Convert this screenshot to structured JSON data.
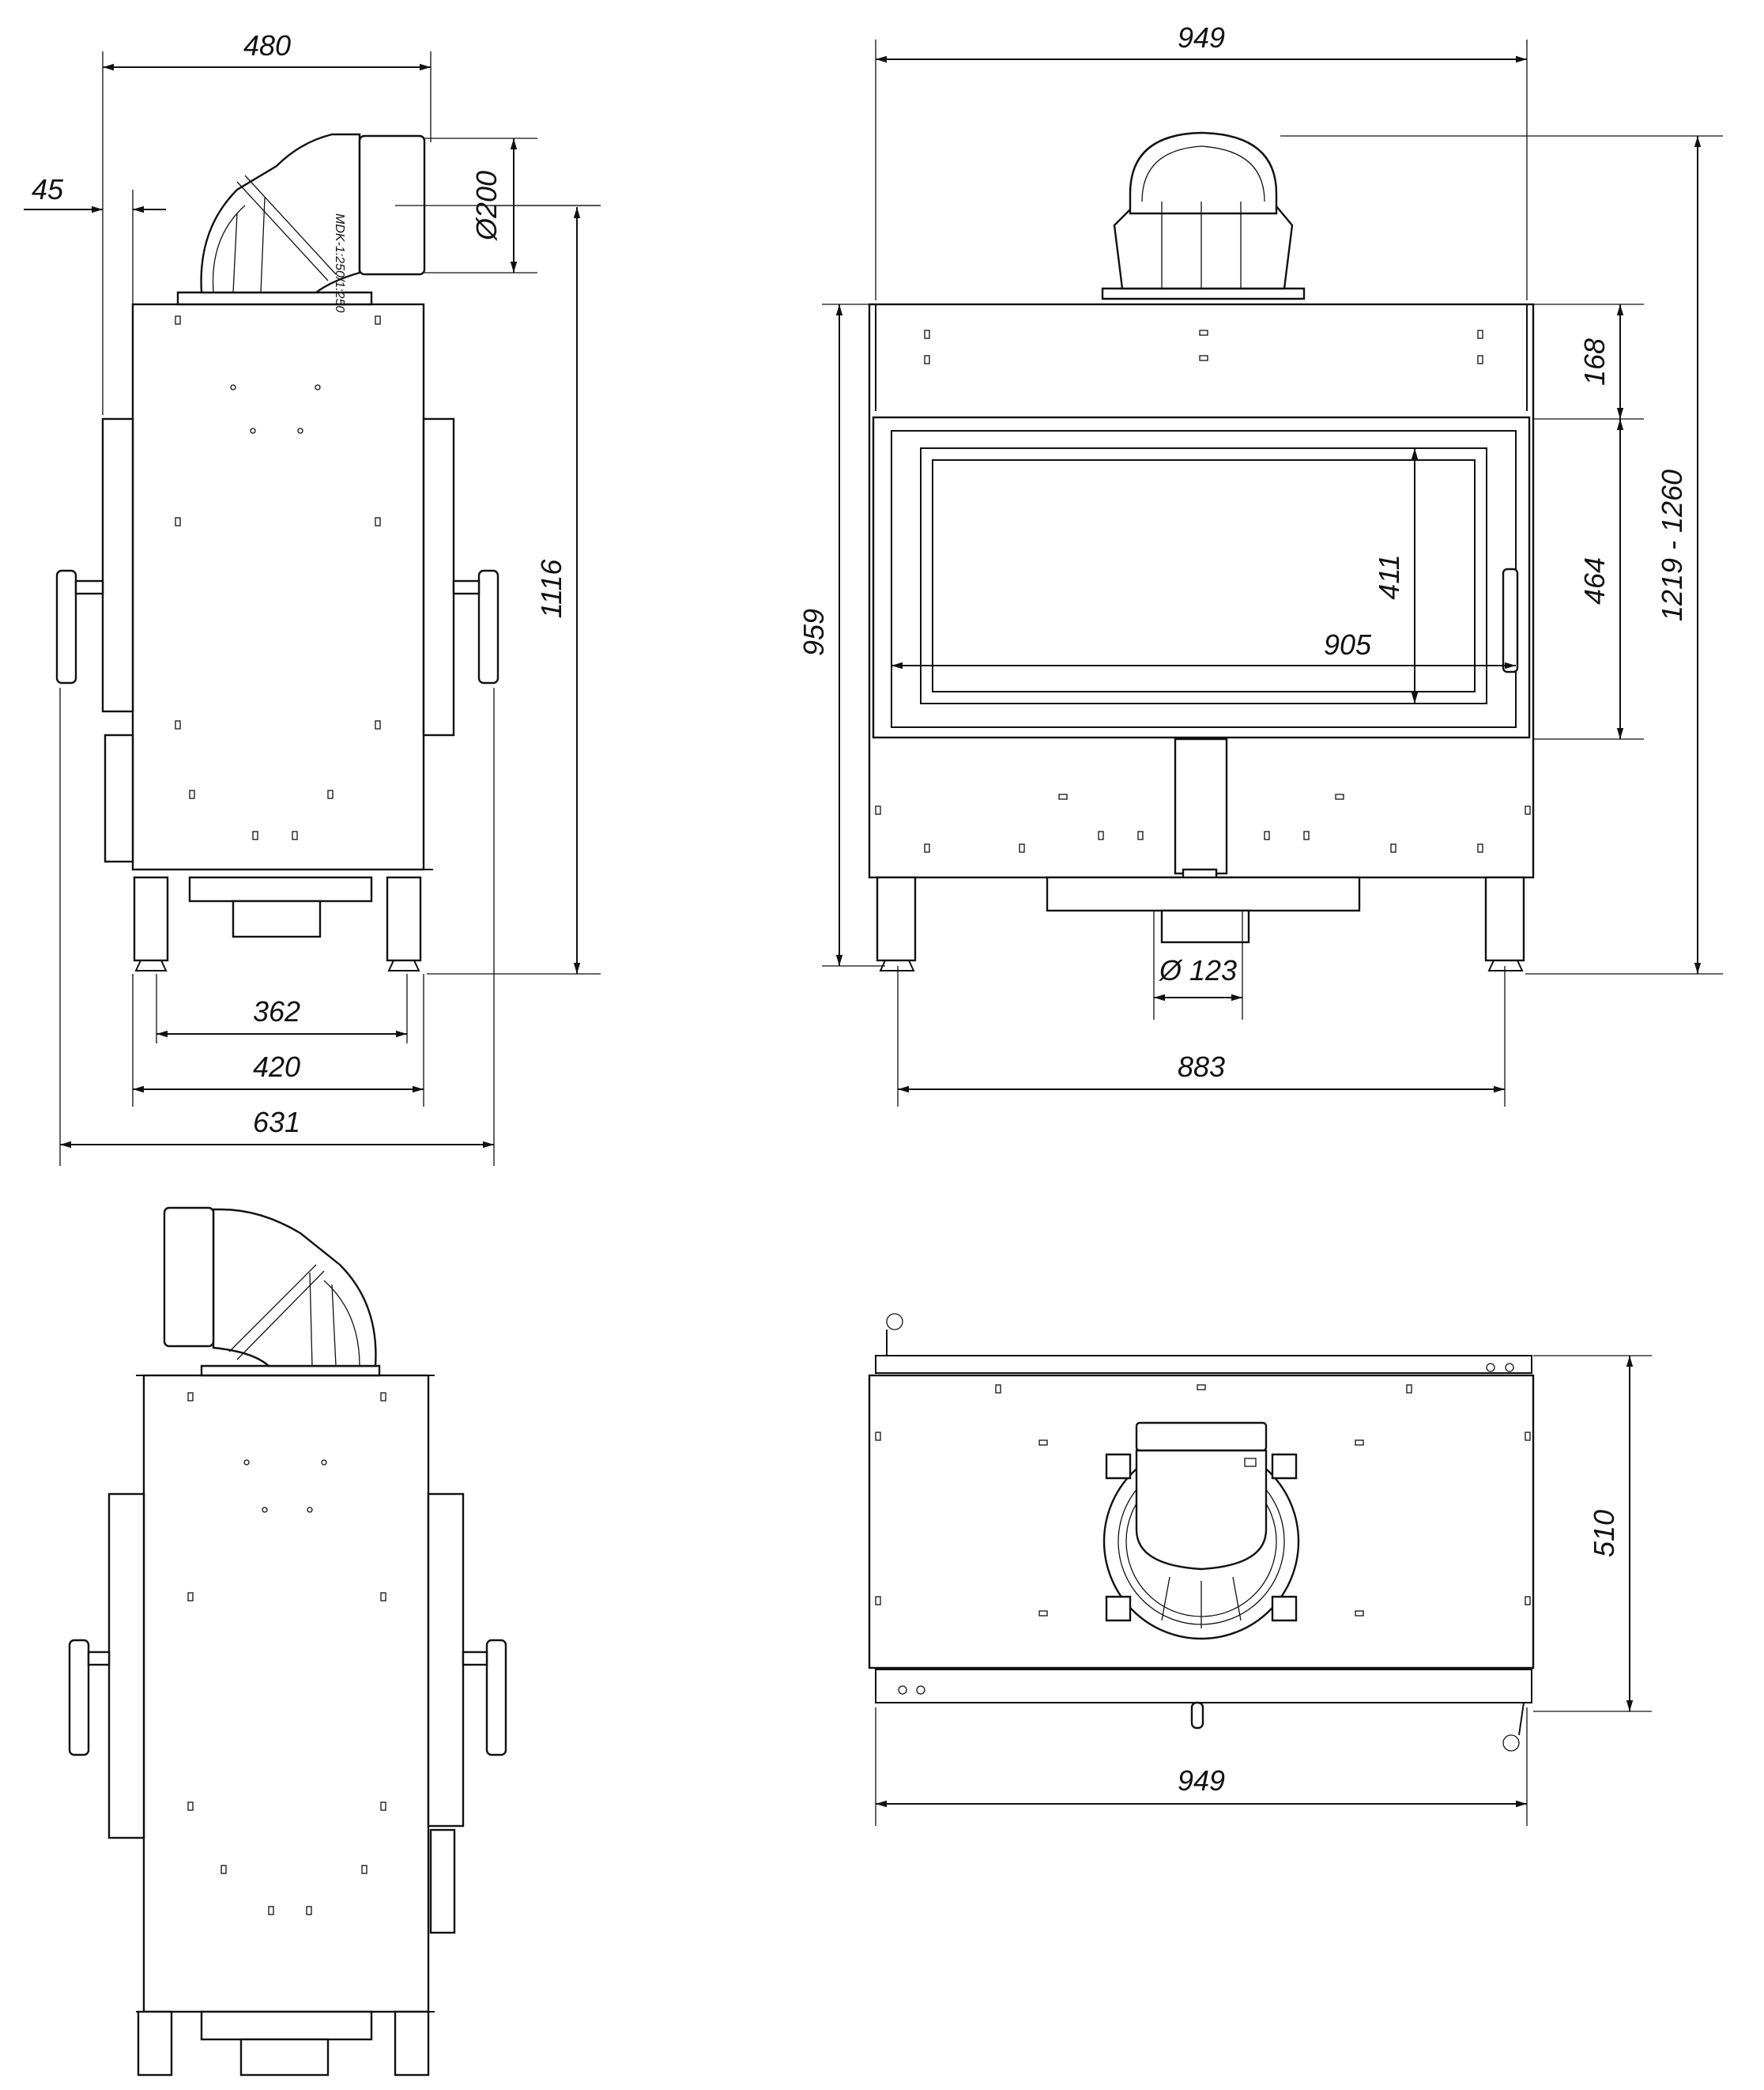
{
  "side_view": {
    "width_total": "480",
    "offset": "45",
    "flue_diameter": "Ø200",
    "height": "1116",
    "legs_inner": "362",
    "legs_outer": "420",
    "depth_total": "631",
    "pipe_label": "MDK-1:250/1:250"
  },
  "front_view": {
    "width_total": "949",
    "top_panel": "168",
    "door_height": "464",
    "total_height_range": "1219 - 1260",
    "body_height": "959",
    "glass_height": "411",
    "glass_width": "905",
    "air_inlet": "Ø 123",
    "leg_spacing": "883"
  },
  "top_view": {
    "depth": "510",
    "width_total": "949"
  },
  "colors": {
    "line": "#111111",
    "background": "#ffffff"
  }
}
